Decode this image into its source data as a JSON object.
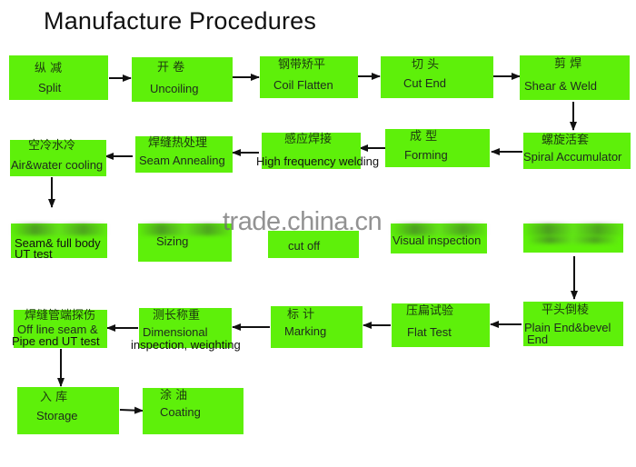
{
  "title": "Manufacture Procedures",
  "watermark": "trade.china.cn",
  "colors": {
    "box_fill": "#5ef00a",
    "arrow": "#111111"
  },
  "steps": [
    {
      "id": "split",
      "cn": "纵 减",
      "en": "Split"
    },
    {
      "id": "uncoiling",
      "cn": "开   卷",
      "en": "Uncoiling"
    },
    {
      "id": "coil-flatten",
      "cn": "钢带矫平",
      "en": "Coil Flatten"
    },
    {
      "id": "cut-end",
      "cn": "切   头",
      "en": "Cut End"
    },
    {
      "id": "shear-weld",
      "cn": "剪 焊",
      "en": "Shear & Weld"
    },
    {
      "id": "spiral-accumulator",
      "cn": "螺旋活套",
      "en": "Spiral Accumulator"
    },
    {
      "id": "forming",
      "cn": "成      型",
      "en": "Forming"
    },
    {
      "id": "hf-welding",
      "cn": "感应焊接",
      "en": "High frequency welding"
    },
    {
      "id": "seam-annealing",
      "cn": "焊缝热处理",
      "en": "Seam Annealing"
    },
    {
      "id": "air-water-cooling",
      "cn": "空冷水冷",
      "en": "Air&water cooling"
    },
    {
      "id": "ut-test",
      "cn": "",
      "en": "Seam& full body",
      "en2": "UT test"
    },
    {
      "id": "sizing",
      "cn": "",
      "en": "Sizing"
    },
    {
      "id": "cut-off",
      "cn": "",
      "en": "cut off"
    },
    {
      "id": "visual-inspection",
      "cn": "",
      "en": "Visual inspection"
    },
    {
      "id": "hydro-test",
      "cn": "",
      "en": ""
    },
    {
      "id": "plain-end-bevel",
      "cn": "平头倒棱",
      "en": "Plain End&bevel",
      "en2": "End"
    },
    {
      "id": "flat-test",
      "cn": "压扁试验",
      "en": "Flat Test"
    },
    {
      "id": "marking",
      "cn": "标   计",
      "en": "Marking"
    },
    {
      "id": "dimensional-inspection",
      "cn": "测长称重",
      "en": "Dimensional",
      "en2": "inspection, weighting"
    },
    {
      "id": "offline-ut",
      "cn": "焊缝管端探伤",
      "en": "Off line seam &",
      "en2": "Pipe end UT test"
    },
    {
      "id": "storage",
      "cn": "入      库",
      "en": "Storage"
    },
    {
      "id": "coating",
      "cn": "涂   油",
      "en": "Coating"
    }
  ]
}
